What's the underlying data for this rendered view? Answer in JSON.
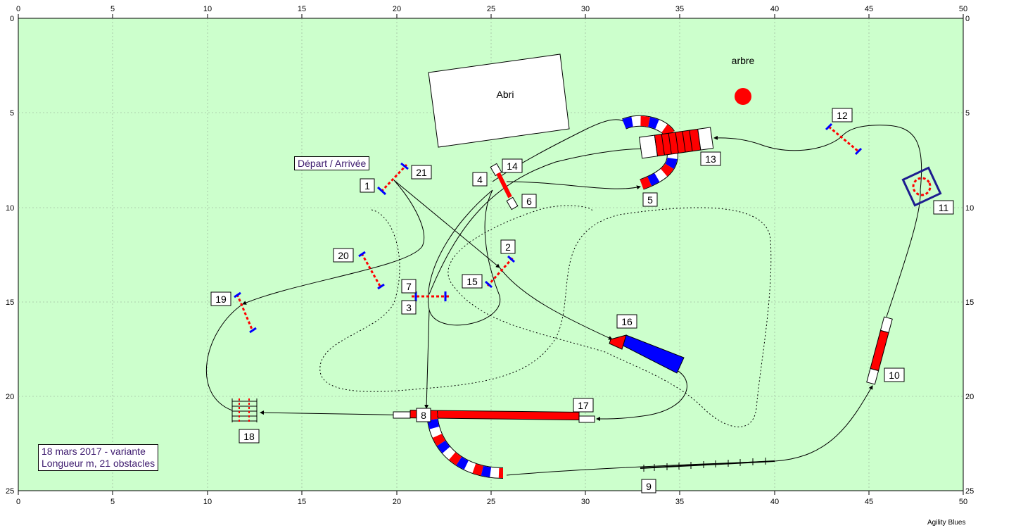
{
  "axes": {
    "x_ticks": [
      "0",
      "5",
      "10",
      "15",
      "20",
      "25",
      "30",
      "35",
      "40",
      "45",
      "50"
    ],
    "y_ticks": [
      "0",
      "5",
      "10",
      "15",
      "20",
      "25"
    ]
  },
  "labels": {
    "depart": "Départ / Arrivée",
    "abri": "Abri",
    "arbre": "arbre",
    "caption_line1": "18 mars 2017 - variante",
    "caption_line2": "Longueur m, 21 obstacles",
    "brand": "Agility Blues"
  },
  "obstacles": [
    "1",
    "2",
    "3",
    "4",
    "5",
    "6",
    "7",
    "8",
    "9",
    "10",
    "11",
    "12",
    "13",
    "14",
    "15",
    "16",
    "17",
    "18",
    "19",
    "20",
    "21"
  ],
  "colors": {
    "field": "#ccffcc",
    "red": "#ff0000",
    "blue": "#0000ff",
    "tree": "#ff0000"
  }
}
